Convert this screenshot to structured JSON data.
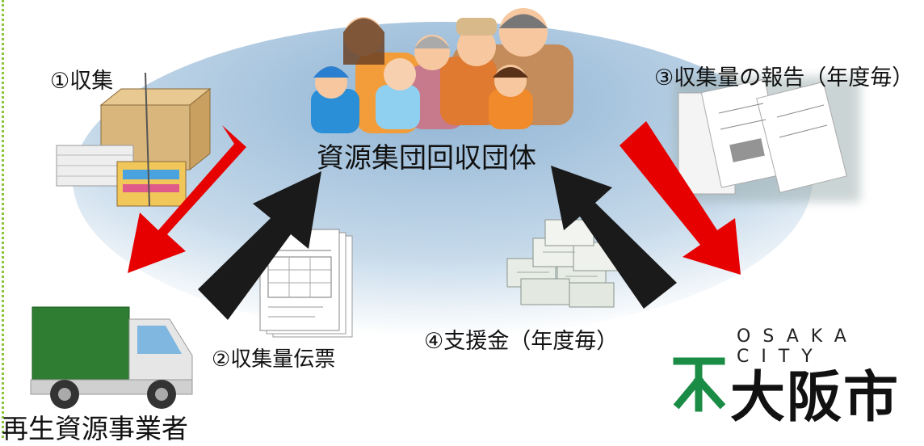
{
  "labels": {
    "collection": "①収集",
    "collection_slip": "②収集量伝票",
    "report": "③収集量の報告（年度毎）",
    "subsidy": "④支援金（年度毎）",
    "group": "資源集団回収団体",
    "recycler": "再生資源事業者"
  },
  "logo": {
    "en": "OSAKA CITY",
    "ja": "大阪市"
  },
  "colors": {
    "red_arrow": "#e60000",
    "black_arrow": "#1a1a1a",
    "ellipse": "#b9d3e6",
    "logo_green": "#1a8c46",
    "truck_green": "#2e7d32"
  },
  "icons": [
    "family-illustration",
    "recyclables-bundle-icon",
    "slip-document-icon",
    "report-documents-icon",
    "money-stacks-icon",
    "truck-icon",
    "osaka-city-mark-icon"
  ]
}
